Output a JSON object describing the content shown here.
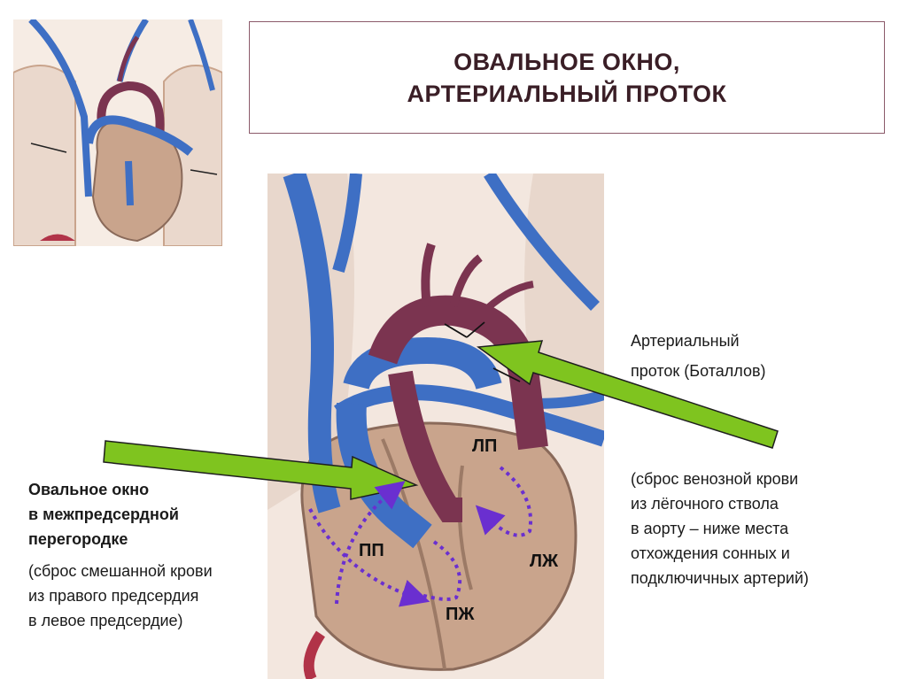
{
  "title": {
    "line1": "ОВАЛЬНОЕ ОКНО,",
    "line2": "АРТЕРИАЛЬНЫЙ ПРОТОК"
  },
  "ductus_label": {
    "name_line1": "Артериальный",
    "name_line2": "проток (Боталлов)",
    "desc_lines": [
      "(сброс венозной крови",
      "из лёгочного ствола",
      "в аорту – ниже места",
      "отхождения сонных и",
      "подключичных артерий)"
    ]
  },
  "foramen_label": {
    "name_lines": [
      "Овальное окно",
      "в межпредсердной",
      "перегородке"
    ],
    "desc_lines": [
      "(сброс смешанной крови",
      "из правого предсердия",
      "в левое предсердие)"
    ]
  },
  "chambers": {
    "lp": "ЛП",
    "pp": "ПП",
    "lzh": "ЛЖ",
    "pzh": "ПЖ"
  },
  "colors": {
    "title_text": "#3a1e26",
    "title_border": "#8b5a6a",
    "vein_blue": "#3e6fc4",
    "artery_maroon": "#7b3450",
    "heart_tissue": "#c9a48c",
    "pointer_green": "#7fc41f",
    "flow_purple": "#6a2fd0"
  }
}
